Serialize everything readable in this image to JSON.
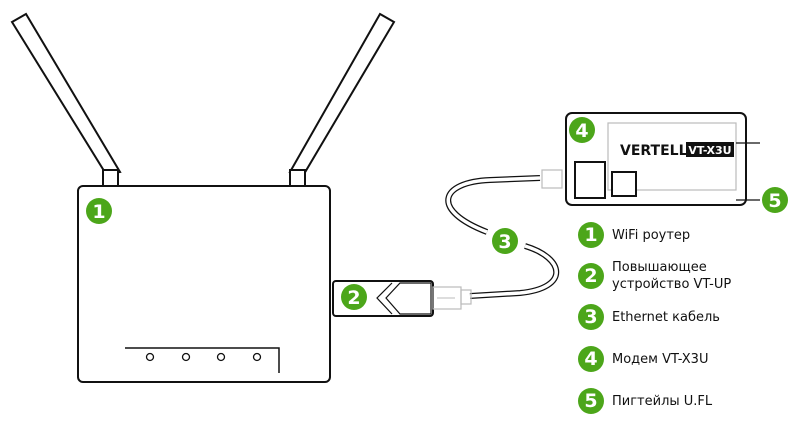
{
  "colors": {
    "accent": "#4ca61a",
    "line": "#111111"
  },
  "badges": [
    "1",
    "2",
    "3",
    "4",
    "5"
  ],
  "modem_logo": {
    "brand": "VERTELL",
    "model": "VT-X3U"
  },
  "legend": [
    {
      "num": "1",
      "label": "WiFi роутер"
    },
    {
      "num": "2",
      "label": "Повышающее устройство VT-UP"
    },
    {
      "num": "3",
      "label": "Ethernet кабель"
    },
    {
      "num": "4",
      "label": "Модем VT-X3U"
    },
    {
      "num": "5",
      "label": "Пигтейлы U.FL"
    }
  ]
}
